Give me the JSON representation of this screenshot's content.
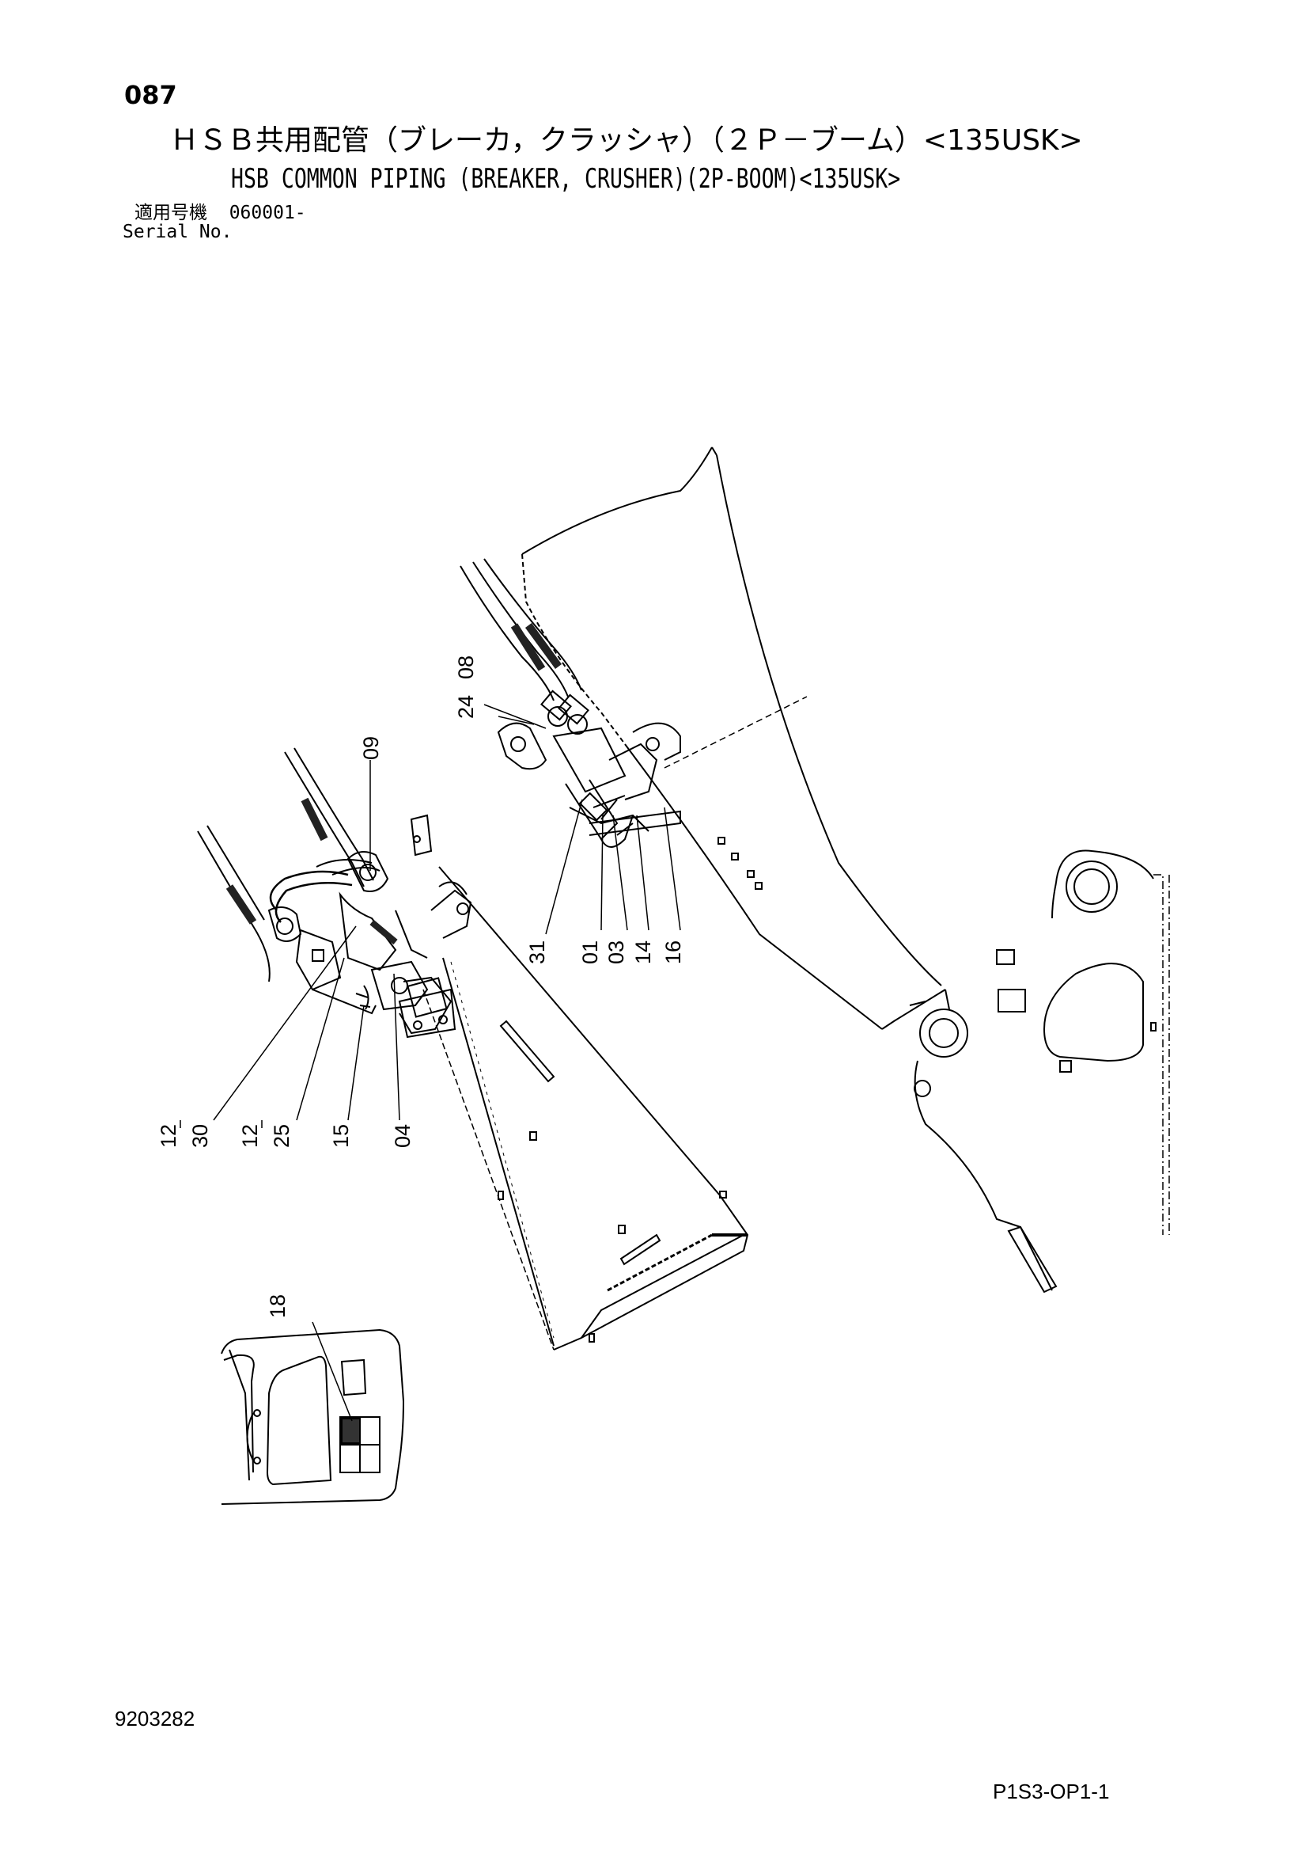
{
  "header": {
    "page_number": "087",
    "title_ja": "ＨＳＢ共用配管（ブレーカ，クラッシャ）（２Ｐ－ブーム）<135USK>",
    "title_en": "HSB COMMON PIPING (BREAKER, CRUSHER)(2P-BOOM)<135USK>",
    "serial_label_ja": "適用号機",
    "serial_value": "060001-",
    "serial_label_en": "Serial No."
  },
  "callouts": [
    {
      "id": "c08",
      "label": "08"
    },
    {
      "id": "c24",
      "label": "24"
    },
    {
      "id": "c09",
      "label": "09"
    },
    {
      "id": "c31",
      "label": "31"
    },
    {
      "id": "c01",
      "label": "01"
    },
    {
      "id": "c03",
      "label": "03"
    },
    {
      "id": "c14",
      "label": "14"
    },
    {
      "id": "c16",
      "label": "16"
    },
    {
      "id": "c12a",
      "label": "12"
    },
    {
      "id": "c30",
      "label": "30"
    },
    {
      "id": "c12b",
      "label": "12"
    },
    {
      "id": "c25",
      "label": "25"
    },
    {
      "id": "c15",
      "label": "15"
    },
    {
      "id": "c04",
      "label": "04"
    },
    {
      "id": "c18",
      "label": "18"
    }
  ],
  "footer": {
    "drawing_number": "9203282",
    "page_code": "P1S3-OP1-1"
  }
}
